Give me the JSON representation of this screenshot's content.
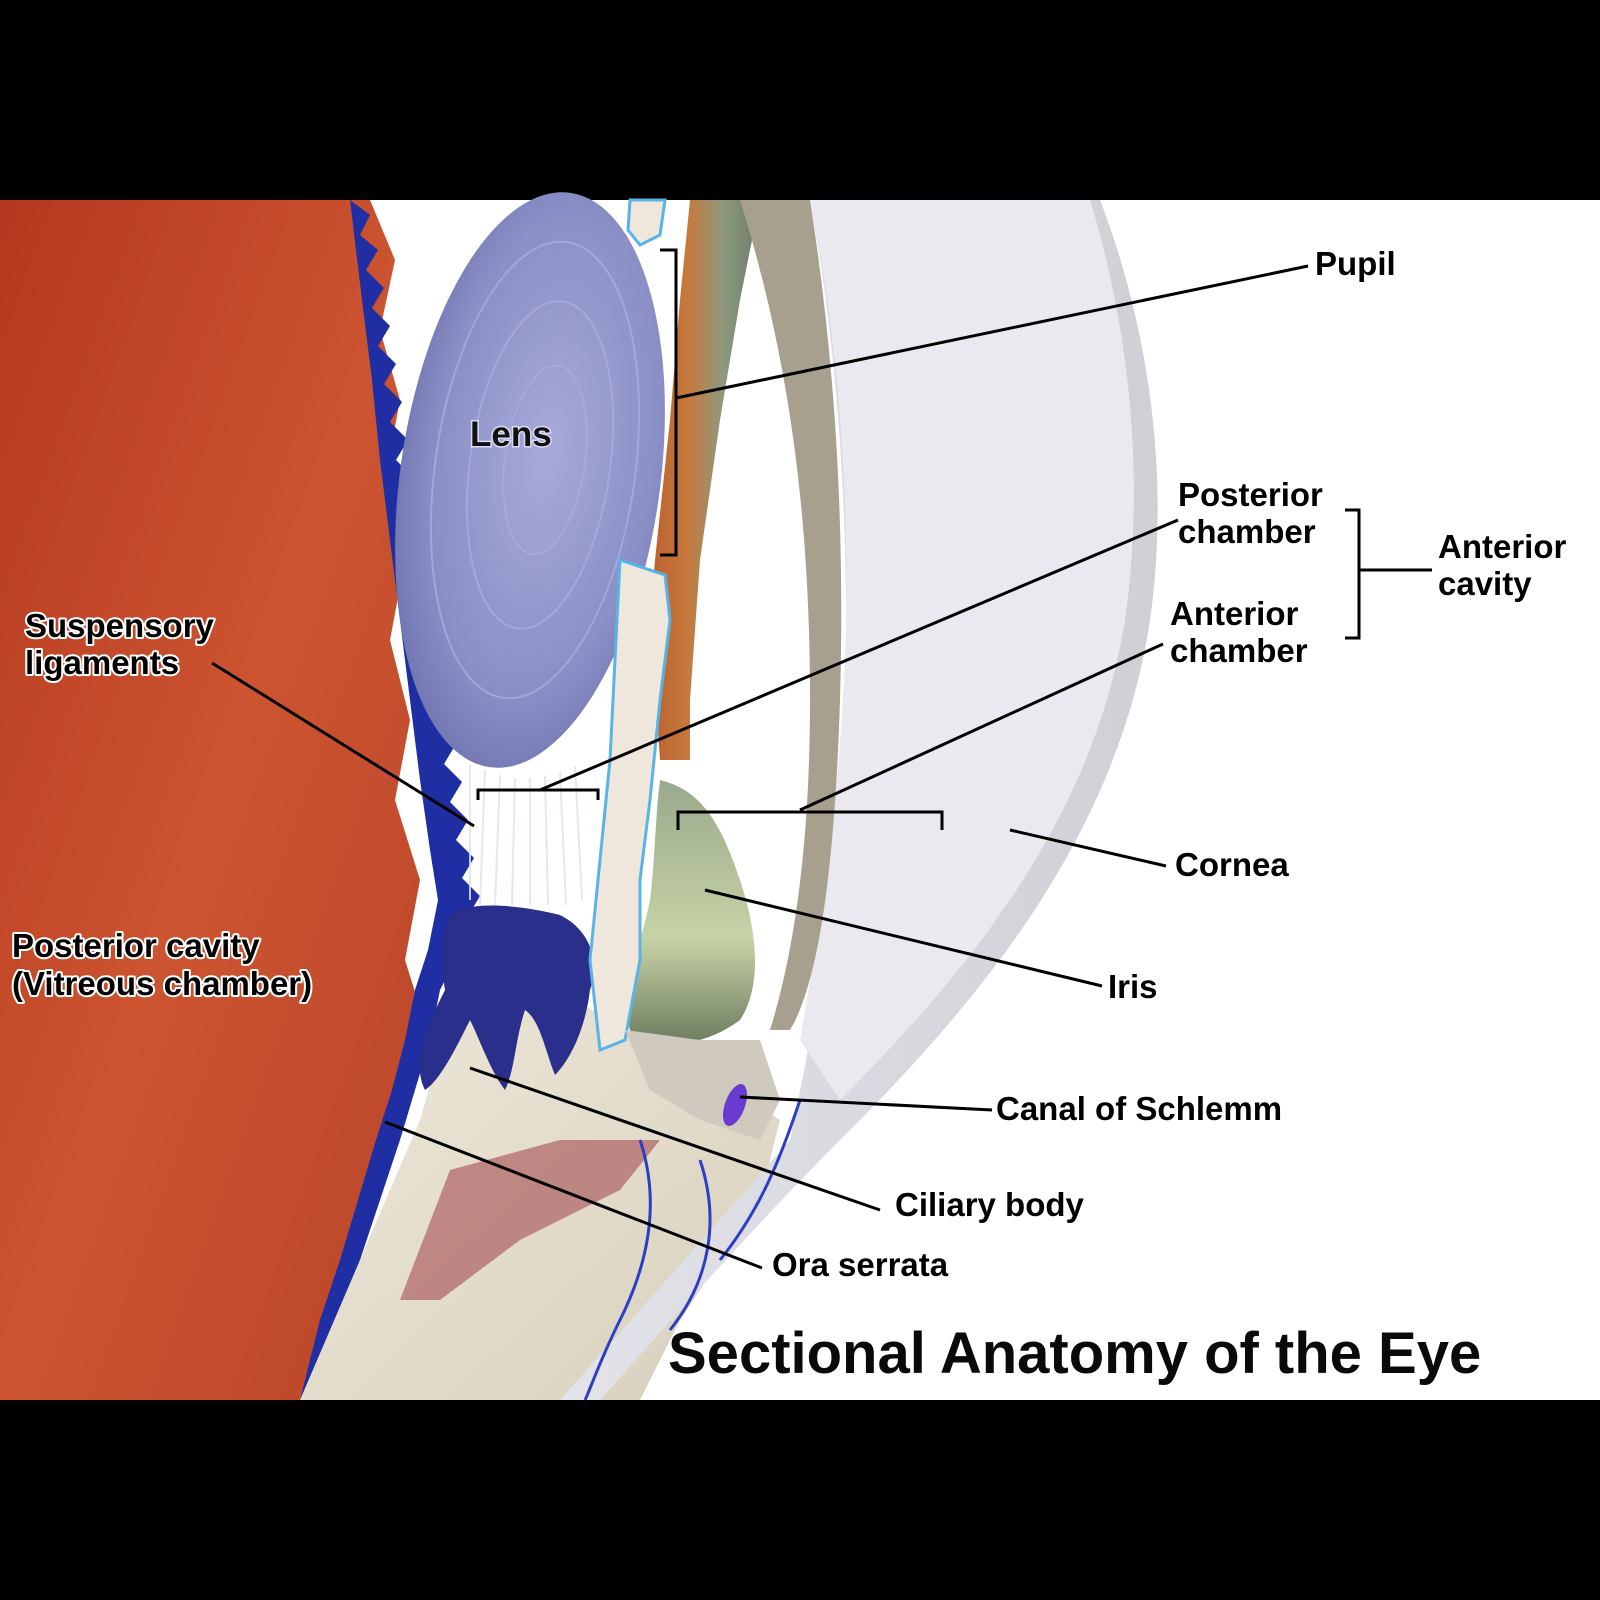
{
  "diagram": {
    "title": "Sectional Anatomy of the Eye",
    "labels": {
      "pupil": "Pupil",
      "lens": "Lens",
      "posterior_chamber_l1": "Posterior",
      "posterior_chamber_l2": "chamber",
      "anterior_chamber_l1": "Anterior",
      "anterior_chamber_l2": "chamber",
      "anterior_cavity_l1": "Anterior",
      "anterior_cavity_l2": "cavity",
      "suspensory_l1": "Suspensory",
      "suspensory_l2": "ligaments",
      "posterior_cavity_l1": "Posterior cavity",
      "posterior_cavity_l2": "(Vitreous chamber)",
      "cornea": "Cornea",
      "iris": "Iris",
      "canal_of_schlemm": "Canal of Schlemm",
      "ciliary_body": "Ciliary body",
      "ora_serrata": "Ora serrata"
    }
  },
  "colors": {
    "background": "#000000",
    "vitreous": "#c8512c",
    "lens": "#8e93c8",
    "cornea": "#d9d9de",
    "iris": "#7f8c6e",
    "choroid": "#1c2aa8",
    "sclera": "#e9e2d4",
    "schlemm": "#6a3bd0"
  }
}
